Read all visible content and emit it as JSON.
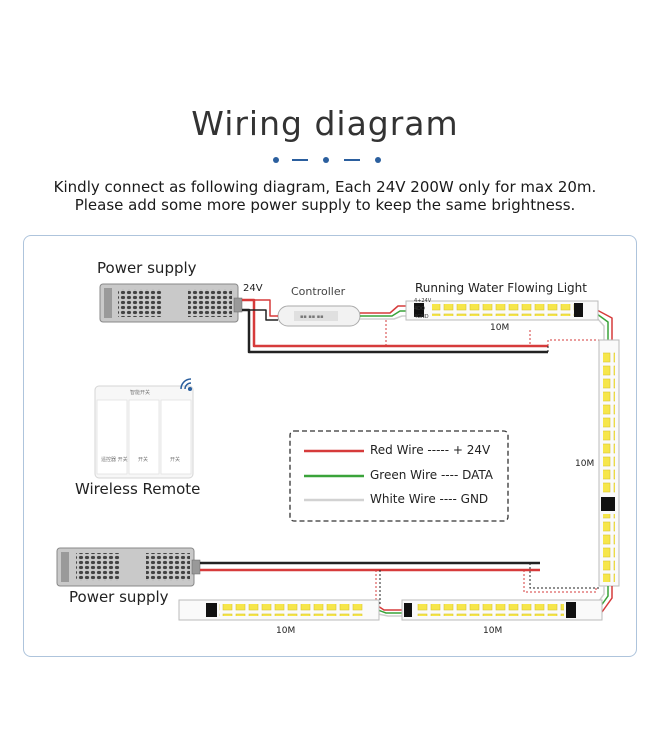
{
  "header": {
    "title": "Wiring diagram",
    "line1": "Kindly connect as following diagram, Each 24V 200W only for max 20m.",
    "line2": "Please add some more power supply to keep the same brightness."
  },
  "diagram": {
    "power_supply_top": "Power supply",
    "power_supply_bottom": "Power supply",
    "voltage": "24V",
    "controller": "Controller",
    "strip_title": "Running Water Flowing Light",
    "strip_mini_1": "4+24V",
    "strip_mini_2": "4DO",
    "strip_mini_3": "4GND",
    "length_top": "10M",
    "length_right": "10M",
    "length_bottom_left": "10M",
    "length_bottom_right": "10M",
    "remote": "Wireless Remote",
    "remote_btn_1": "遥控器 开关",
    "remote_btn_2": "开关",
    "remote_btn_3": "开关",
    "remote_brand": "智能开关"
  },
  "legend": {
    "red": "Red Wire ----- + 24V",
    "green": "Green Wire ---- DATA",
    "white": "White Wire ---- GND"
  },
  "colors": {
    "red_wire": "#d63b3b",
    "green_wire": "#3aa33a",
    "white_wire": "#d2d2d2",
    "black_wire": "#222222",
    "led": "#f6e64a",
    "accent": "#2b5f9e"
  }
}
